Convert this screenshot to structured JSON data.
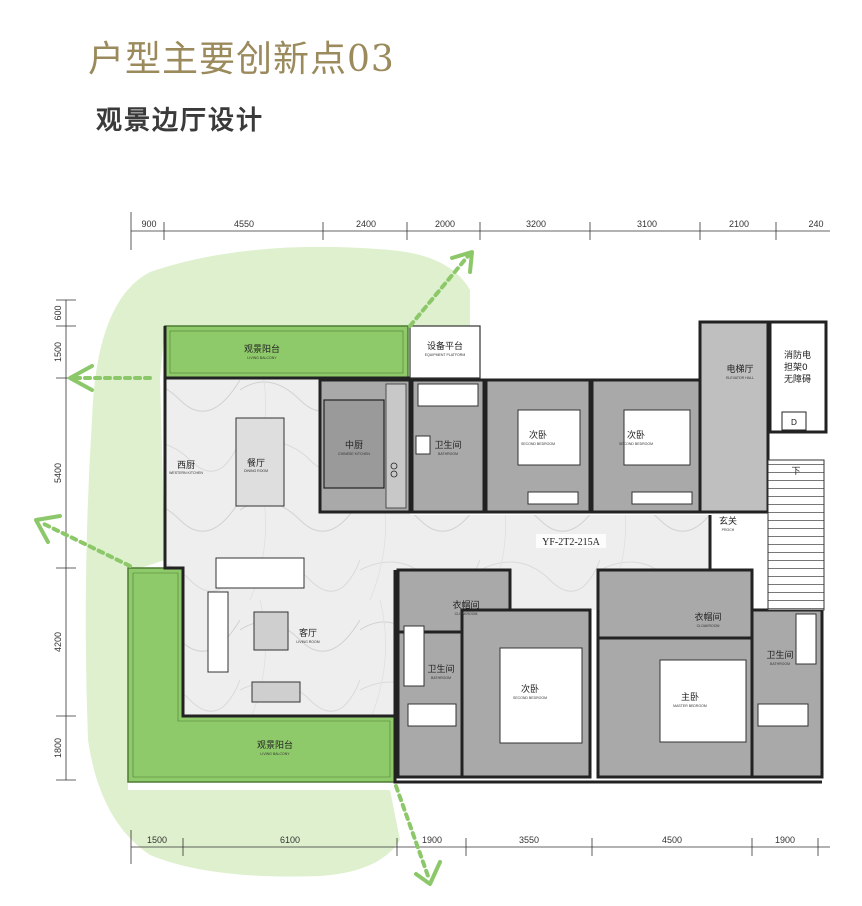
{
  "title": "户型主要创新点03",
  "subtitle": "观景边厅设计",
  "colors": {
    "title": "#9a8a5c",
    "green_glow": "#d8edc4",
    "balcony": "#8fca6a",
    "arrow": "#8cc86a",
    "room_gray": "#a9a9a9",
    "wall": "#222222"
  },
  "dims_top": [
    "900",
    "4550",
    "2400",
    "2000",
    "3200",
    "3100",
    "2100",
    "240"
  ],
  "dims_bottom": [
    "1500",
    "6100",
    "1900",
    "3550",
    "4500",
    "1900"
  ],
  "dims_left": [
    "600",
    "1500",
    "5400",
    "4200",
    "1800"
  ],
  "unit_code": "YF-2T2-215A",
  "rooms": {
    "balcony_top": {
      "cn": "观景阳台",
      "en": "LIVING BALCONY"
    },
    "equipment": {
      "cn": "设备平台",
      "en": "EQUIPMENT PLATFORM"
    },
    "elevator": {
      "cn": "电梯厅",
      "en": "ELEVATOR HALL"
    },
    "fire": {
      "l1": "消防电",
      "l2": "担架0",
      "l3": "无障碍"
    },
    "fire_d": "D",
    "stair_down": "下",
    "dining": {
      "cn": "餐厅",
      "en": "DINING ROOM"
    },
    "western_kitchen": {
      "cn": "西厨",
      "en": "WESTERN KITCHEN"
    },
    "chinese_kitchen": {
      "cn": "中厨",
      "en": "CHINESE KITCHEN"
    },
    "bath1": {
      "cn": "卫生间",
      "en": "BATHROOM"
    },
    "bed2a": {
      "cn": "次卧",
      "en": "SECOND BEDROOM"
    },
    "bed2b": {
      "cn": "次卧",
      "en": "SECOND BEDROOM"
    },
    "porch": {
      "cn": "玄关",
      "en": "PROCH"
    },
    "living": {
      "cn": "客厅",
      "en": "LIVING ROOM"
    },
    "cloak1": {
      "cn": "衣帽间",
      "en": "CLOAKROOM"
    },
    "cloak2": {
      "cn": "衣帽间",
      "en": "CLOAKROOM"
    },
    "bath2": {
      "cn": "卫生间",
      "en": "BATHROOM"
    },
    "bath3": {
      "cn": "卫生间",
      "en": "BATHROOM"
    },
    "bed2c": {
      "cn": "次卧",
      "en": "SECOND BEDROOM"
    },
    "master": {
      "cn": "主卧",
      "en": "MASTER BEDROOM"
    },
    "balcony_bottom": {
      "cn": "观景阳台",
      "en": "LIVING BALCONY"
    }
  }
}
